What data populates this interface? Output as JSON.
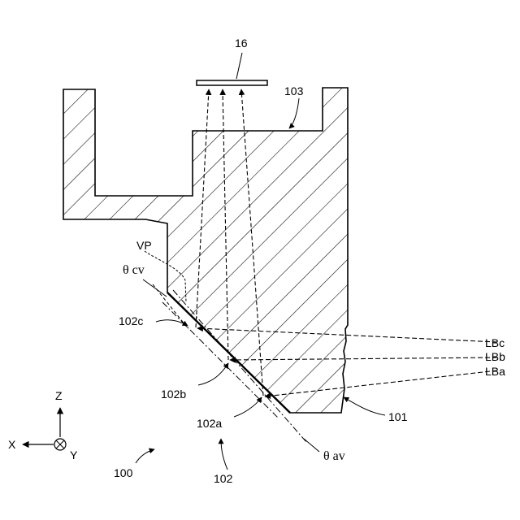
{
  "labels": {
    "sensor": "16",
    "part_103": "103",
    "vp": "VP",
    "theta_cv": "θ cv",
    "p102c": "102c",
    "p102b": "102b",
    "p102a": "102a",
    "p101": "101",
    "p100": "100",
    "p102": "102",
    "theta_av": "θ av",
    "lbc": "LBc",
    "lbb": "LBb",
    "lba": "LBa",
    "axis_z": "Z",
    "axis_x": "X",
    "axis_y": "Y"
  }
}
